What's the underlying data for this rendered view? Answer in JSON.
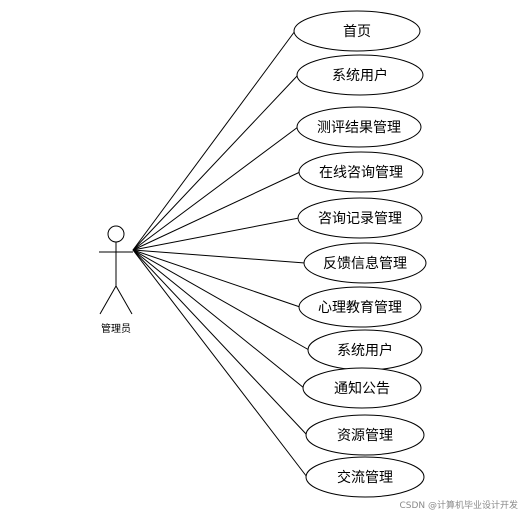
{
  "actor": {
    "label": "管理员"
  },
  "use_cases": [
    {
      "label": "首页"
    },
    {
      "label": "系统用户"
    },
    {
      "label": "测评结果管理"
    },
    {
      "label": "在线咨询管理"
    },
    {
      "label": "咨询记录管理"
    },
    {
      "label": "反馈信息管理"
    },
    {
      "label": "心理教育管理"
    },
    {
      "label": "系统用户"
    },
    {
      "label": "通知公告"
    },
    {
      "label": "资源管理"
    },
    {
      "label": "交流管理"
    }
  ],
  "watermark": "CSDN @计算机毕业设计开发",
  "colors": {
    "stroke": "#000000",
    "background": "#ffffff",
    "watermark": "#8a8a8a"
  }
}
